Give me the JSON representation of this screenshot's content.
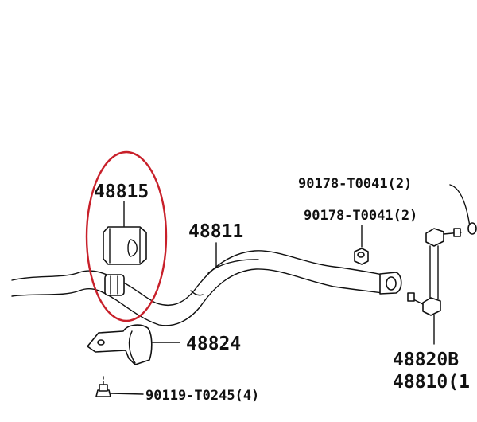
{
  "labels": {
    "bushing": "48815",
    "stabilizer_bar": "48811",
    "bracket": "48824",
    "bolt": "90119-T0245(4)",
    "nut_upper": "90178-T0041(2)",
    "nut_lower": "90178-T0041(2)",
    "link_a": "48820B",
    "link_b": "48810(1"
  },
  "colors": {
    "highlight": "#c8202a",
    "line": "#111111"
  }
}
